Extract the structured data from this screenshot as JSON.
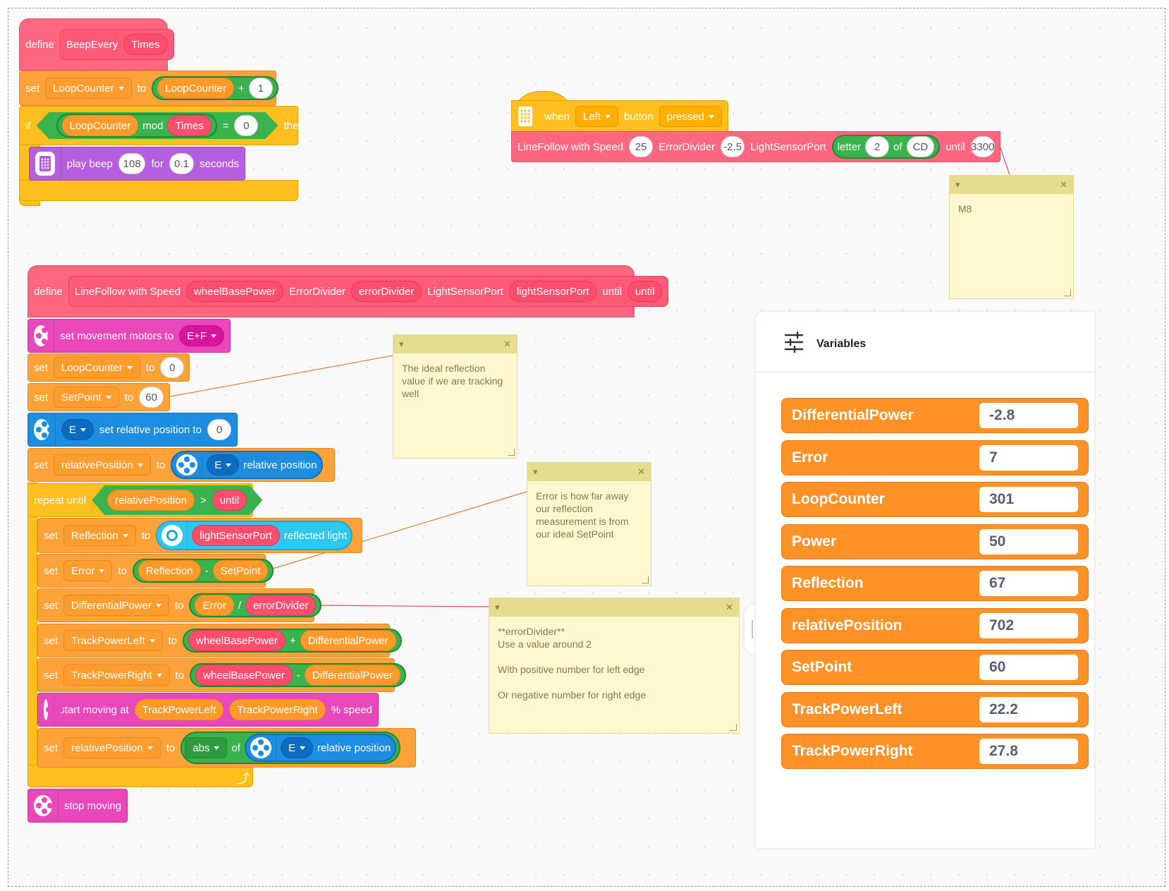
{
  "define_beep": {
    "define": "define",
    "name": "BeepEvery",
    "param": "Times",
    "set": "set",
    "var": "LoopCounter",
    "to": "to",
    "var2": "LoopCounter",
    "plus": "+",
    "one": "1",
    "if": "if",
    "mod_left": "LoopCounter",
    "mod": "mod",
    "mod_right": "Times",
    "eq": "=",
    "zero": "0",
    "then": "then",
    "play_beep": "play beep",
    "note": "108",
    "for": "for",
    "dur": "0.1",
    "seconds": "seconds"
  },
  "when_block": {
    "when": "when",
    "button_side": "Left",
    "button": "button",
    "state": "pressed",
    "call": "LineFollow with Speed",
    "speed": "25",
    "error_divider_label": "ErrorDivider",
    "error_divider": "-2.5",
    "light_label": "LightSensorPort",
    "letter": "letter",
    "letter_index": "2",
    "of": "of",
    "letters": "CD",
    "until_label": "until",
    "until_value": "3300"
  },
  "define_line": {
    "define": "define",
    "name": "LineFollow with Speed",
    "p1": "wheelBasePower",
    "l2": "ErrorDivider",
    "p2": "errorDivider",
    "l3": "LightSensorPort",
    "p3": "lightSensorPort",
    "l4": "until",
    "p4": "until",
    "set_motors": "set movement motors to",
    "motors": "E+F",
    "set": "set",
    "to": "to",
    "v_loop": "LoopCounter",
    "zero": "0",
    "v_setpoint": "SetPoint",
    "sixty": "60",
    "motor_port": "E",
    "set_rel_pos": "set relative position to",
    "rel_zero": "0",
    "v_relpos": "relativePosition",
    "relative_position": "relative position",
    "repeat_until": "repeat until",
    "cond_left": "relativePosition",
    "gt": ">",
    "cond_right": "until",
    "v_reflection": "Reflection",
    "sensor_port": "lightSensorPort",
    "reflected_light": "reflected light",
    "v_error": "Error",
    "minus": "-",
    "v_diff": "DifferentialPower",
    "div": "/",
    "error_divider": "errorDivider",
    "v_tpl": "TrackPowerLeft",
    "wheel_base_power": "wheelBasePower",
    "plus": "+",
    "v_tpr": "TrackPowerRight",
    "start_moving_at": "start moving at",
    "pct_speed": "% speed",
    "abs": "abs",
    "of": "of",
    "stop_moving": "stop moving"
  },
  "notes": {
    "m8": "M8",
    "ideal": "The ideal reflection value if we are tracking well",
    "error": "Error is how far away our reflection measurement is from our ideal SetPoint",
    "divider": "**errorDivider**\nUse a value around 2\n\nWith positive number for left edge\n\nOr negative number for right edge"
  },
  "variables_panel": {
    "title": "Variables",
    "items": [
      {
        "name": "DifferentialPower",
        "value": "-2.8"
      },
      {
        "name": "Error",
        "value": "7"
      },
      {
        "name": "LoopCounter",
        "value": "301"
      },
      {
        "name": "Power",
        "value": "50"
      },
      {
        "name": "Reflection",
        "value": "67"
      },
      {
        "name": "relativePosition",
        "value": "702"
      },
      {
        "name": "SetPoint",
        "value": "60"
      },
      {
        "name": "TrackPowerLeft",
        "value": "22.2"
      },
      {
        "name": "TrackPowerRight",
        "value": "27.8"
      }
    ]
  },
  "colors": {
    "my_blocks": "#ff6680",
    "variables": "#ffa23a",
    "control": "#ffbf1f",
    "movement": "#ea48ba",
    "motors": "#1c8de0",
    "sensors": "#2fc6ef",
    "operators": "#3ab24d"
  }
}
